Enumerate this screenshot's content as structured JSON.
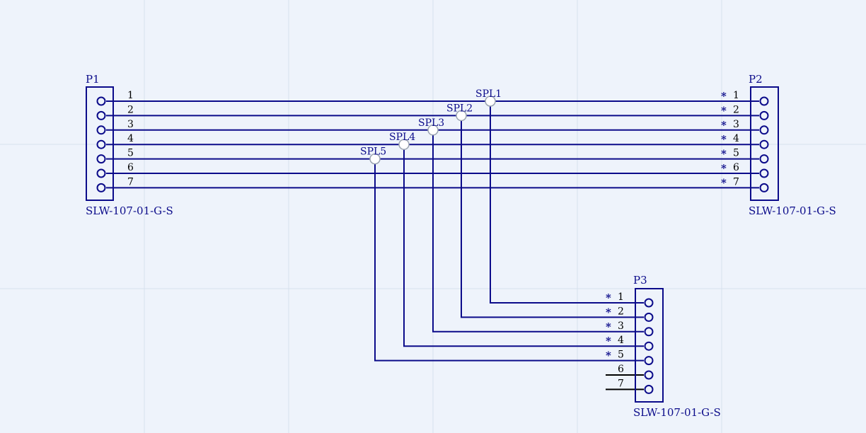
{
  "colors": {
    "background": "#eef3fb",
    "grid": "#d6e0ee",
    "wire": "#0b0b8a",
    "text": "#0b0b8a",
    "pin_label": "#000000"
  },
  "connectors": [
    {
      "ref": "P1",
      "part": "SLW-107-01-G-S",
      "pins": [
        "1",
        "2",
        "3",
        "4",
        "5",
        "6",
        "7"
      ]
    },
    {
      "ref": "P2",
      "part": "SLW-107-01-G-S",
      "pins": [
        "1",
        "2",
        "3",
        "4",
        "5",
        "6",
        "7"
      ],
      "marker": "*"
    },
    {
      "ref": "P3",
      "part": "SLW-107-01-G-S",
      "pins": [
        "1",
        "2",
        "3",
        "4",
        "5",
        "6",
        "7"
      ],
      "marker": "*"
    }
  ],
  "splices": [
    "SPL1",
    "SPL2",
    "SPL3",
    "SPL4",
    "SPL5"
  ],
  "nets": [
    {
      "splice": "SPL1",
      "pins": {
        "P1": "1",
        "P2": "1",
        "P3": "1"
      }
    },
    {
      "splice": "SPL2",
      "pins": {
        "P1": "2",
        "P2": "2",
        "P3": "2"
      }
    },
    {
      "splice": "SPL3",
      "pins": {
        "P1": "3",
        "P2": "3",
        "P3": "3"
      }
    },
    {
      "splice": "SPL4",
      "pins": {
        "P1": "4",
        "P2": "4",
        "P3": "4"
      }
    },
    {
      "splice": "SPL5",
      "pins": {
        "P1": "5",
        "P2": "5",
        "P3": "5"
      }
    },
    {
      "splice": "",
      "pins": {
        "P1": "6",
        "P2": "6"
      }
    },
    {
      "splice": "",
      "pins": {
        "P1": "7",
        "P2": "7"
      }
    }
  ],
  "unconnected": {
    "P3": [
      "6",
      "7"
    ]
  }
}
